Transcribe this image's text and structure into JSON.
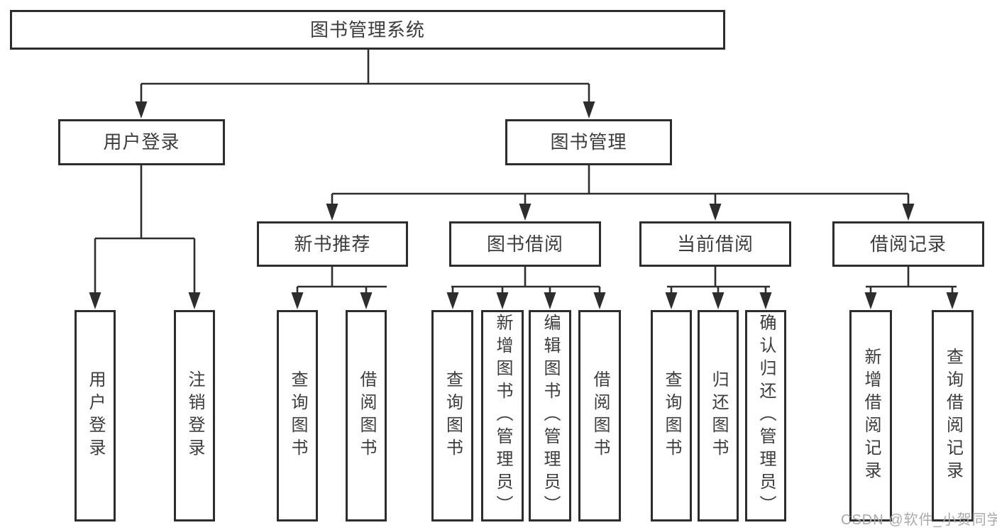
{
  "nodes": {
    "root": {
      "label": "图书管理系统"
    },
    "user_login": {
      "label": "用户登录"
    },
    "book_management": {
      "label": "图书管理"
    },
    "new_book_recommend": {
      "label": "新书推荐"
    },
    "book_borrowing": {
      "label": "图书借阅"
    },
    "current_borrowing": {
      "label": "当前借阅"
    },
    "borrowing_records": {
      "label": "借阅记录"
    },
    "leaf_user_login": {
      "label": "用户登录"
    },
    "leaf_logout": {
      "label": "注销登录"
    },
    "leaf_nbr_query_books": {
      "label": "查询图书"
    },
    "leaf_nbr_borrow_books": {
      "label": "借阅图书"
    },
    "leaf_bb_query_books": {
      "label": "查询图书"
    },
    "leaf_bb_add_books": {
      "label": "新增图书（管理员）"
    },
    "leaf_bb_edit_books": {
      "label": "编辑图书（管理员）"
    },
    "leaf_bb_borrow_books": {
      "label": "借阅图书"
    },
    "leaf_cb_query_books": {
      "label": "查询图书"
    },
    "leaf_cb_return_books": {
      "label": "归还图书"
    },
    "leaf_cb_confirm_return": {
      "label": "确认归还（管理员）"
    },
    "leaf_br_add_record": {
      "label": "新增借阅记录"
    },
    "leaf_br_query_record": {
      "label": "查询借阅记录"
    }
  },
  "hierarchy": {
    "图书管理系统": [
      "用户登录",
      "图书管理"
    ],
    "用户登录": [
      "用户登录",
      "注销登录"
    ],
    "图书管理": [
      "新书推荐",
      "图书借阅",
      "当前借阅",
      "借阅记录"
    ],
    "新书推荐": [
      "查询图书",
      "借阅图书"
    ],
    "图书借阅": [
      "查询图书",
      "新增图书（管理员）",
      "编辑图书（管理员）",
      "借阅图书"
    ],
    "当前借阅": [
      "查询图书",
      "归还图书",
      "确认归还（管理员）"
    ],
    "借阅记录": [
      "新增借阅记录",
      "查询借阅记录"
    ]
  },
  "watermark": {
    "text": "CSDN @软件_小贺同学",
    "color": "#a9a9a9"
  },
  "colors": {
    "line": "#2d2d2d",
    "box_border": "#2d2d2d",
    "box_bg": "#ffffff",
    "text": "#3c3c3c"
  }
}
